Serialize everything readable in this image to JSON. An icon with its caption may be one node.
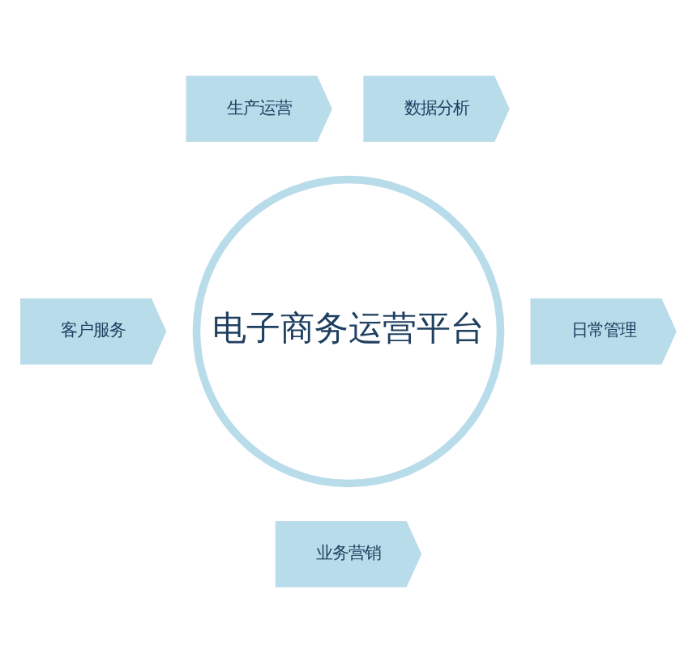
{
  "diagram": {
    "nodes": [
      {
        "text": [
          "电子商务运营平台"
        ]
      },
      {
        "text": [
          "生产运营"
        ]
      },
      {
        "text": [
          "数据分析"
        ]
      },
      {
        "text": [
          "日常管理"
        ]
      },
      {
        "text": [
          "业务营销"
        ]
      },
      {
        "text": [
          "客户服务"
        ]
      }
    ]
  }
}
